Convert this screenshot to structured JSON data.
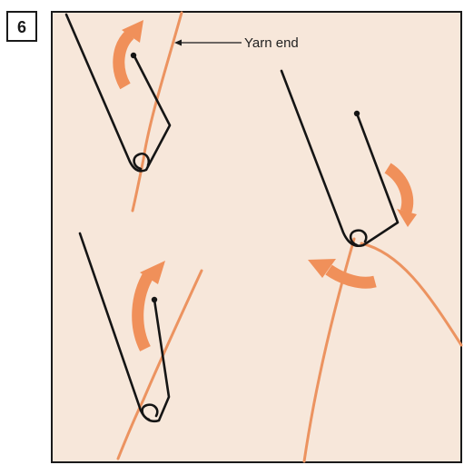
{
  "figure": {
    "step_number": "6",
    "callout_label": "Yarn end"
  },
  "colors": {
    "panel_background": "#f7e7da",
    "page_background": "#ffffff",
    "outline": "#1a1a1a",
    "hook": "#151515",
    "yarn": "#ec9360",
    "arrow": "#f0905a"
  },
  "icons": {
    "hook": "latch-hook-icon",
    "yarn": "yarn-strand",
    "arrow": "curved-arrow-icon"
  }
}
